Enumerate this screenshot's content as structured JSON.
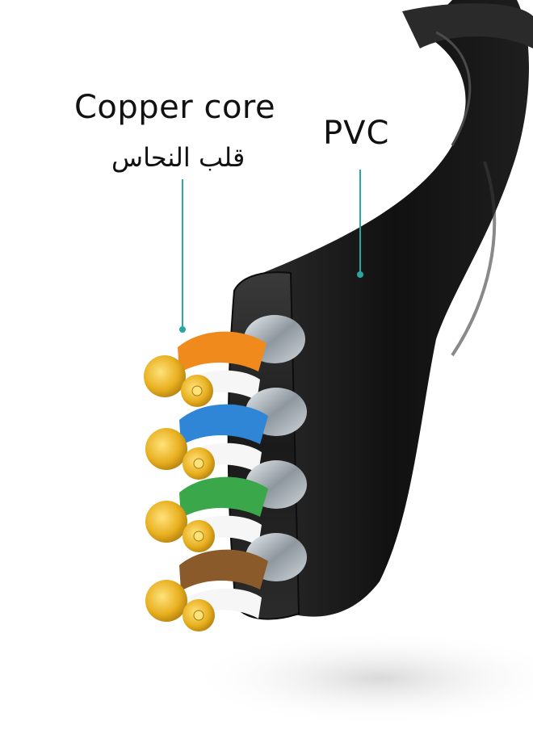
{
  "labels": {
    "copper_core_en": "Copper core",
    "copper_core_ar": "قلب النحاس",
    "pvc": "PVC"
  },
  "colors": {
    "background": "#ffffff",
    "cable_jacket": "#1b1b1b",
    "leader_line": "#2aa6a0",
    "copper": "#e8b020",
    "wire_orange": "#f08a1c",
    "wire_blue": "#2f86d6",
    "wire_green": "#3aa84a",
    "wire_brown": "#8a5a2a",
    "foil_shield": "#b9c2c8"
  },
  "illustration": {
    "subject": "flat-ethernet-cable-cross-section",
    "wire_pairs": [
      "orange",
      "blue",
      "green",
      "brown"
    ]
  }
}
